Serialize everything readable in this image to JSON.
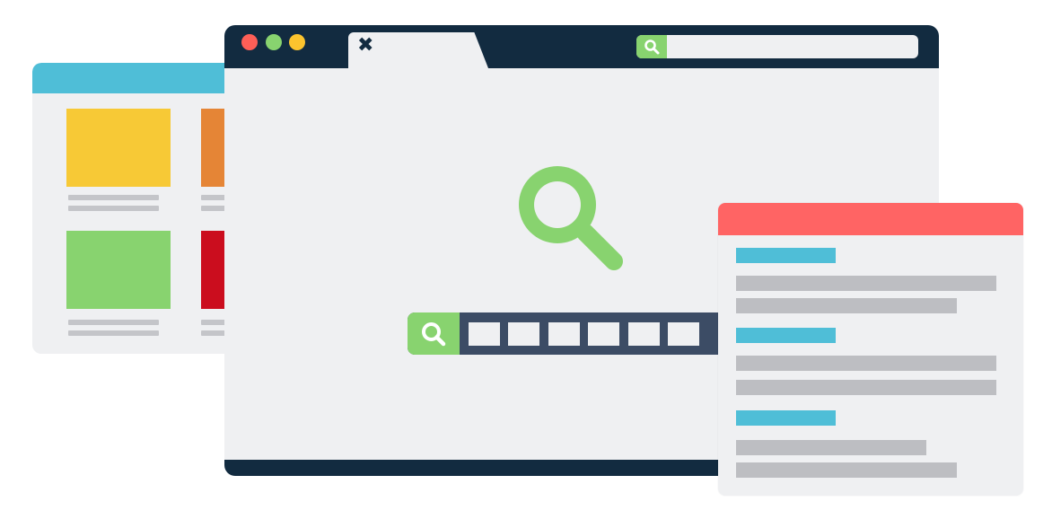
{
  "colors": {
    "frame": "#122b40",
    "surface": "#eff0f2",
    "accent_green": "#88d36f",
    "search_bar": "#3c4c65",
    "gallery_bar": "#4fbed7",
    "results_bar": "#ff6464",
    "results_heading": "#4fbed7",
    "placeholder_line": "#bdbec2"
  },
  "browser": {
    "traffic_lights": [
      {
        "name": "close",
        "color": "#fe5f57"
      },
      {
        "name": "minimize",
        "color": "#88d36f"
      },
      {
        "name": "maximize",
        "color": "#fcc42e"
      }
    ],
    "tab": {
      "close_icon": "close-icon",
      "close_glyph": "✖"
    },
    "address_bar": {
      "icon": "search-icon",
      "value": ""
    },
    "hero_icon": "magnifier-icon",
    "search": {
      "icon": "search-icon",
      "slots": 6
    }
  },
  "gallery": {
    "tiles": [
      {
        "color": "#f7c936"
      },
      {
        "color": "#e58536"
      },
      {
        "color": "#88d36f"
      },
      {
        "color": "#cb0d1e"
      }
    ]
  },
  "results": {
    "items": [
      {
        "heading": "",
        "lines": 2
      },
      {
        "heading": "",
        "lines": 2
      },
      {
        "heading": "",
        "lines": 2
      }
    ]
  }
}
